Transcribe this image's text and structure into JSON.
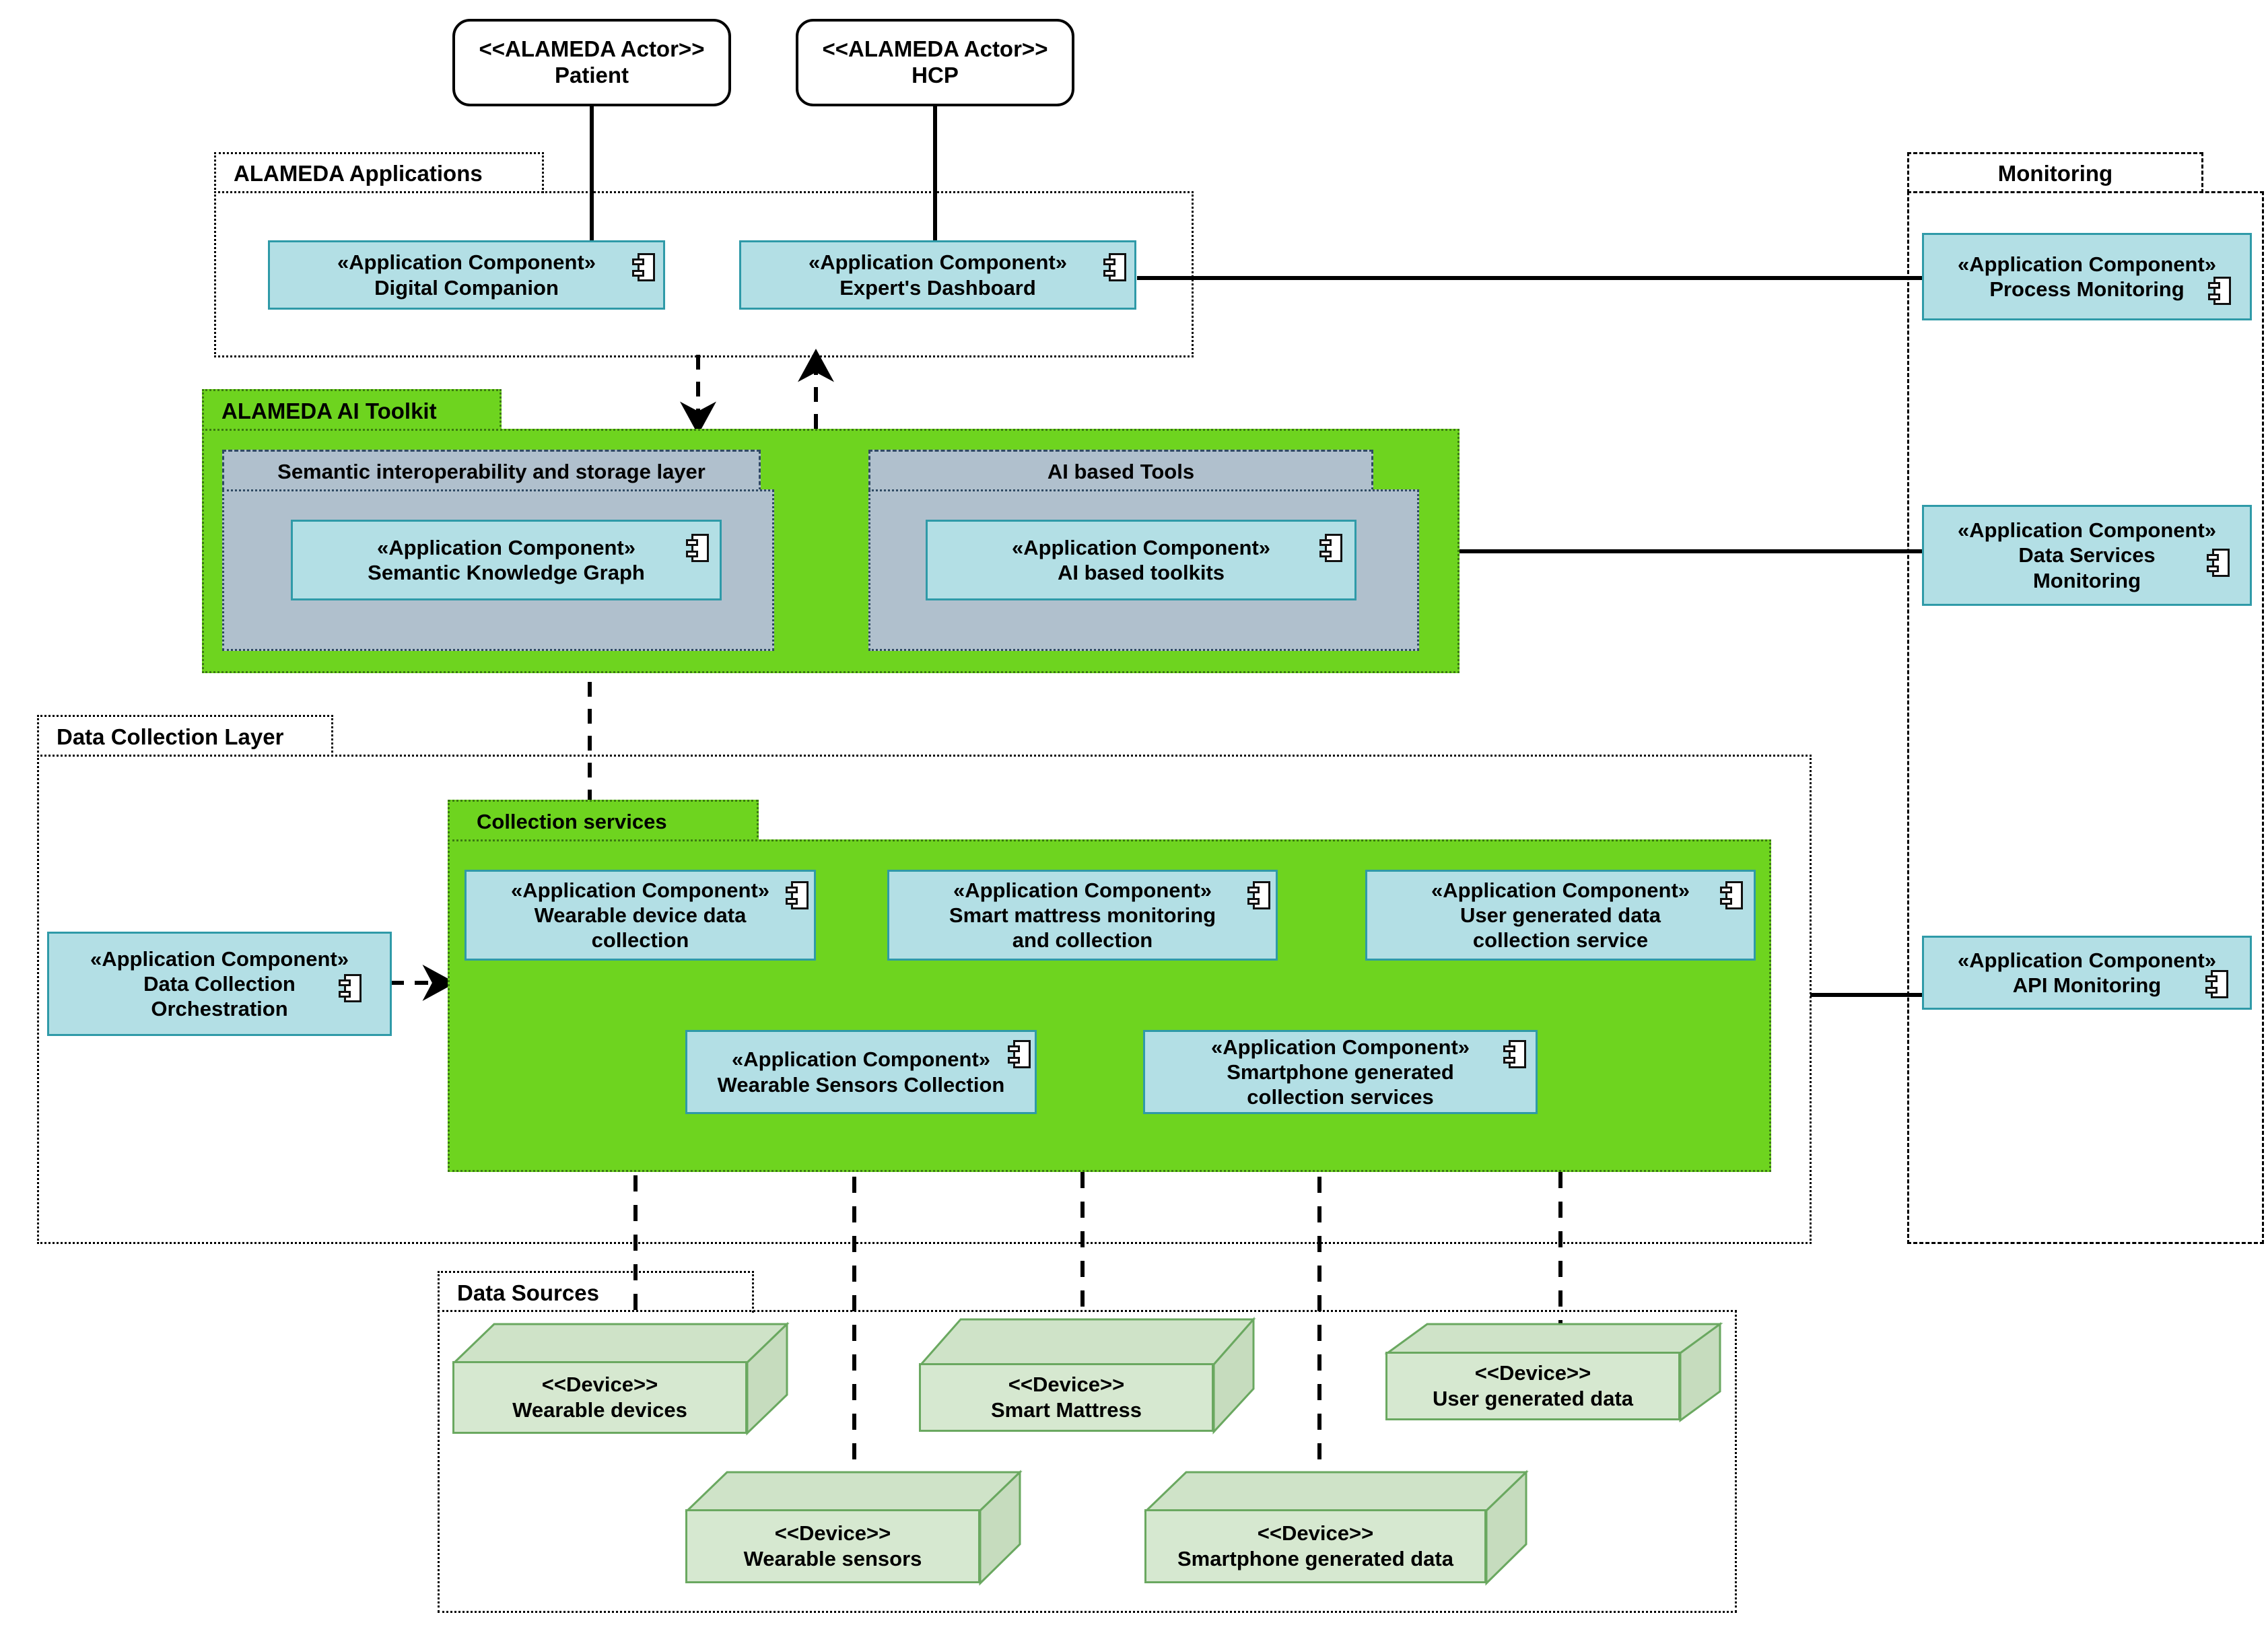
{
  "actors": [
    {
      "stereotype": "<<ALAMEDA Actor>>",
      "name": "Patient"
    },
    {
      "stereotype": "<<ALAMEDA Actor>>",
      "name": "HCP"
    }
  ],
  "groups": {
    "alameda_applications": {
      "label": "ALAMEDA Applications"
    },
    "monitoring": {
      "label": "Monitoring"
    },
    "ai_toolkit": {
      "label": "ALAMEDA AI Toolkit"
    },
    "semantic_layer": {
      "label": "Semantic interoperability and storage layer"
    },
    "ai_based_tools": {
      "label": "AI based Tools"
    },
    "data_collection_layer": {
      "label": "Data Collection Layer"
    },
    "collection_services": {
      "label": "Collection services"
    },
    "data_sources": {
      "label": "Data Sources"
    }
  },
  "stereotype_component": "«Application Component»",
  "stereotype_device": "<<Device>>",
  "components": {
    "digital_companion": {
      "stereotype": "«Application Component»",
      "lines": [
        "Digital Companion"
      ]
    },
    "experts_dashboard": {
      "stereotype": "«Application Component»",
      "lines": [
        "Expert's Dashboard"
      ]
    },
    "process_monitoring": {
      "stereotype": "«Application Component»",
      "lines": [
        "Process Monitoring"
      ]
    },
    "data_services_monitoring": {
      "stereotype": "«Application Component»",
      "lines": [
        "Data Services",
        "Monitoring"
      ]
    },
    "api_monitoring": {
      "stereotype": "«Application Component»",
      "lines": [
        "API Monitoring"
      ]
    },
    "semantic_knowledge_graph": {
      "stereotype": "«Application Component»",
      "lines": [
        "Semantic Knowledge Graph"
      ]
    },
    "ai_based_toolkits": {
      "stereotype": "«Application Component»",
      "lines": [
        "AI based toolkits"
      ]
    },
    "data_collection_orchestration": {
      "stereotype": "«Application Component»",
      "lines": [
        "Data Collection",
        "Orchestration"
      ]
    },
    "wearable_device_data_collection": {
      "stereotype": "«Application Component»",
      "lines": [
        "Wearable device data",
        "collection"
      ]
    },
    "smart_mattress_monitoring": {
      "stereotype": "«Application Component»",
      "lines": [
        "Smart mattress monitoring",
        "and collection"
      ]
    },
    "user_generated_data_collection": {
      "stereotype": "«Application Component»",
      "lines": [
        "User generated data",
        "collection service"
      ]
    },
    "wearable_sensors_collection": {
      "stereotype": "«Application Component»",
      "lines": [
        "Wearable Sensors Collection"
      ]
    },
    "smartphone_generated_collection": {
      "stereotype": "«Application Component»",
      "lines": [
        "Smartphone generated",
        "collection services"
      ]
    }
  },
  "devices": {
    "wearable_devices": {
      "stereotype": "<<Device>>",
      "name": "Wearable devices"
    },
    "smart_mattress": {
      "stereotype": "<<Device>>",
      "name": "Smart Mattress"
    },
    "user_generated_data": {
      "stereotype": "<<Device>>",
      "name": "User generated data"
    },
    "wearable_sensors": {
      "stereotype": "<<Device>>",
      "name": "Wearable sensors"
    },
    "smartphone_generated_data": {
      "stereotype": "<<Device>>",
      "name": "Smartphone generated data"
    }
  },
  "colors": {
    "component_fill": "#b3dfe5",
    "component_border": "#2f9aa8",
    "package_green": "#6ed41f",
    "subgroup_gray": "#b0c0cd",
    "device_fill": "#d6e8d0",
    "device_border": "#6aa860",
    "line": "#000000"
  }
}
